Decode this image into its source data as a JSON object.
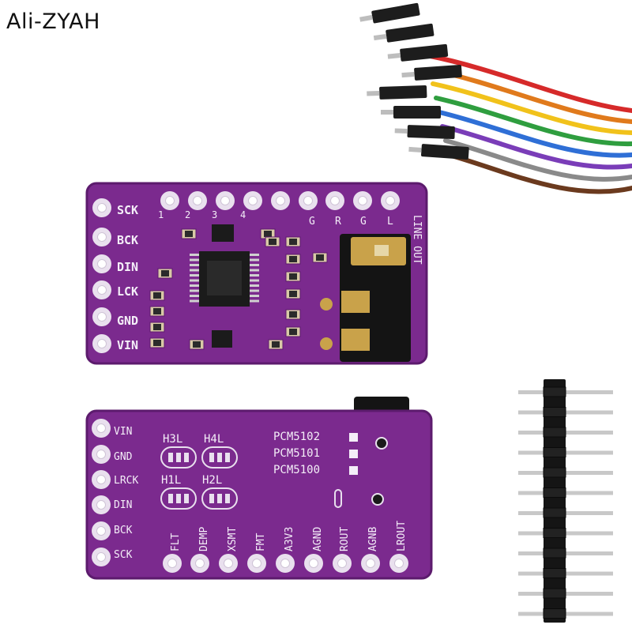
{
  "watermark": "Ali-ZYAH",
  "colors": {
    "pcb": "#7b2a8e",
    "pcb_dark": "#5c1b6d",
    "pad_ring": "#e9e0ee",
    "silk": "#f4eef8",
    "chip": "#1b1b1b",
    "gold": "#c9a24a",
    "jack": "#141414",
    "header_plastic": "#151515",
    "header_pin": "#c8c8c8"
  },
  "wire_colors": [
    "#d62a2a",
    "#e07a1c",
    "#f1c21b",
    "#2f9e3f",
    "#2f6fd6",
    "#7a3db8",
    "#8a8a8a",
    "#6b3a1e"
  ],
  "front_board": {
    "left_labels": [
      "SCK",
      "BCK",
      "DIN",
      "LCK",
      "GND",
      "VIN"
    ],
    "top_numbers": [
      "1",
      "2",
      "3",
      "4"
    ],
    "top_right_labels": [
      "G",
      "R",
      "G",
      "L"
    ],
    "side_text": "LINE OUT"
  },
  "back_board": {
    "right_labels": [
      "VIN",
      "GND",
      "LRCK",
      "DIN",
      "BCK",
      "SCK"
    ],
    "bottom_labels": [
      "FLT",
      "DEMP",
      "XSMT",
      "FMT",
      "A3V3",
      "AGND",
      "ROUT",
      "AGNB",
      "LROUT"
    ],
    "jumper_top": [
      "H4L",
      "H3L"
    ],
    "jumper_bottom": [
      "H2L",
      "H1L"
    ],
    "chip_options": [
      "PCM5102",
      "PCM5101",
      "PCM5100"
    ]
  },
  "pin_header": {
    "pin_count": 12
  }
}
